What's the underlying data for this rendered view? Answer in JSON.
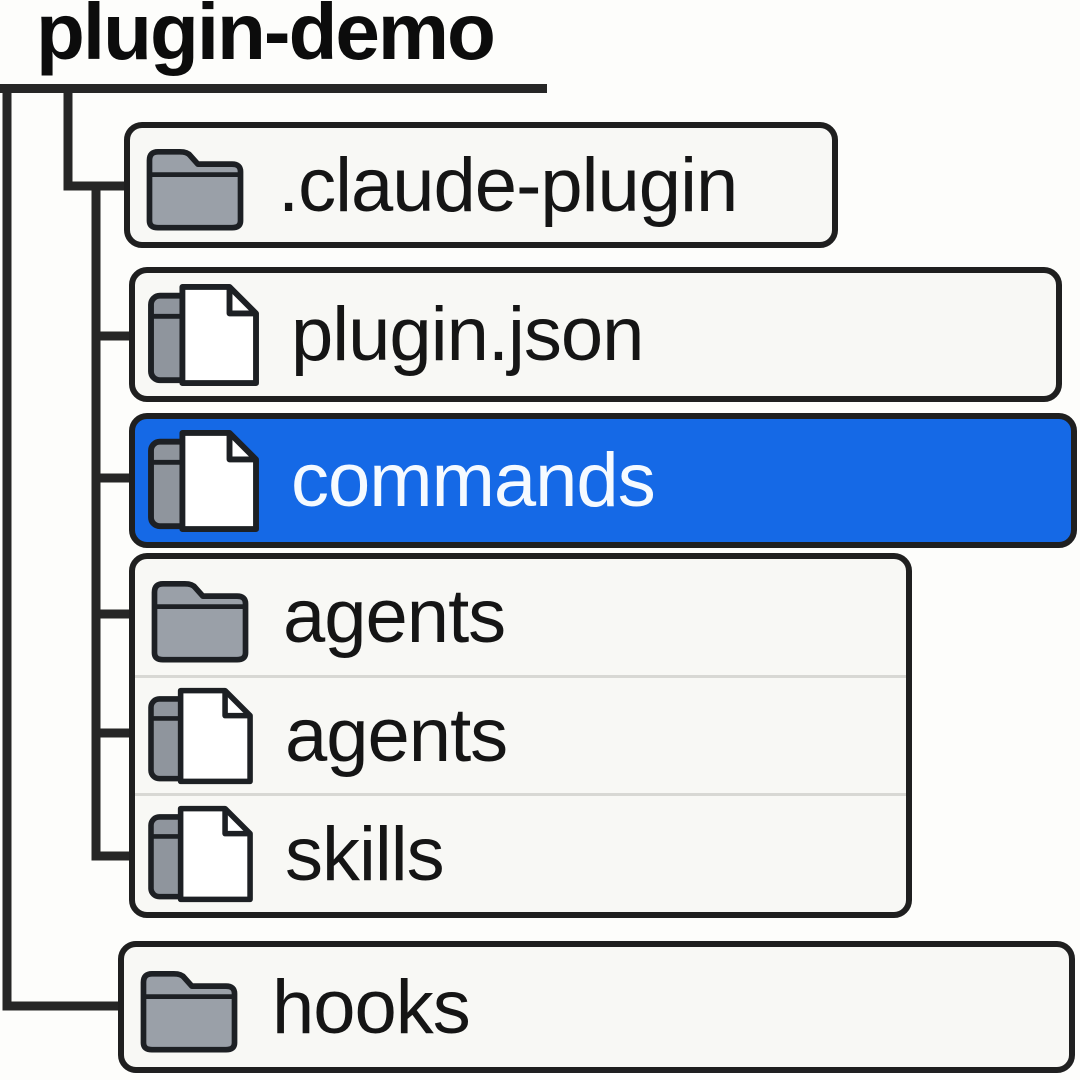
{
  "title": "plugin-demo",
  "tree": {
    "root_label": "plugin-demo",
    "items": [
      {
        "label": ".claude-plugin",
        "icon": "folder-icon",
        "selected": false
      },
      {
        "label": "plugin.json",
        "icon": "document-icon",
        "selected": false
      },
      {
        "label": "commands",
        "icon": "document-icon",
        "selected": true
      },
      {
        "label": "agents",
        "icon": "folder-icon",
        "selected": false
      },
      {
        "label": "agents",
        "icon": "document-icon",
        "selected": false
      },
      {
        "label": "skills",
        "icon": "document-icon",
        "selected": false
      },
      {
        "label": "hooks",
        "icon": "folder-icon",
        "selected": false
      }
    ]
  },
  "colors": {
    "selected_bg": "#1569e6",
    "selected_text": "#f5faff",
    "row_bg": "#f8f8f5",
    "border": "#1f1f1f",
    "line": "#262626",
    "folder_fill": "#9aa0a8",
    "doc_back_fill": "#8f959d",
    "doc_page_fill": "#ffffff"
  }
}
